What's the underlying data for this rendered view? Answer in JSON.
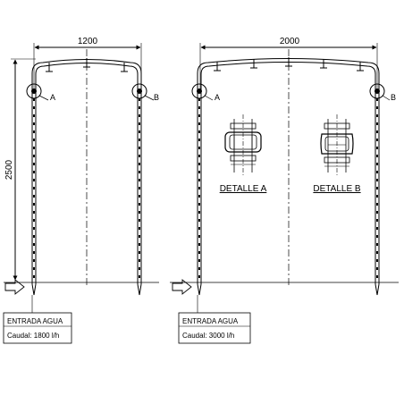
{
  "left_frame": {
    "width_dim": "1200",
    "height_dim": "2500",
    "detail_a_marker": "A",
    "detail_b_marker": "B",
    "inlet_title": "ENTRADA AGUA",
    "inlet_flow": "Caudal: 1800 l/h"
  },
  "right_frame": {
    "width_dim": "2000",
    "detail_a_marker": "A",
    "detail_b_marker": "B",
    "detail_a_title": "DETALLE A",
    "detail_b_title": "DETALLE B",
    "inlet_title": "ENTRADA AGUA",
    "inlet_flow": "Caudal: 3000 l/h"
  },
  "icons": [
    "inlet-arrow-icon",
    "nozzle-icon",
    "coupling-detail-icon"
  ]
}
